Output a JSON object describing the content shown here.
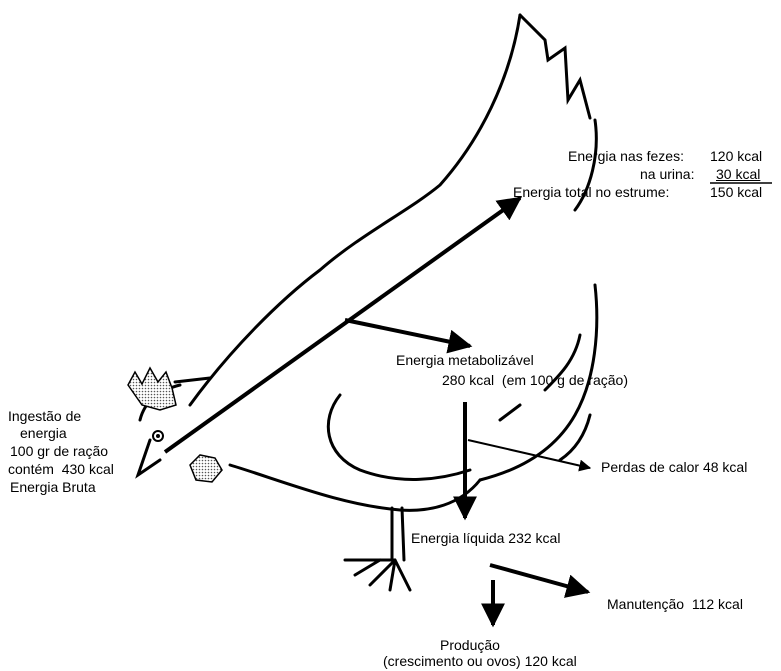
{
  "labels": {
    "ingestao": [
      "Ingestão de",
      "energia",
      "100 gr de ração",
      "contém  430 kcal",
      "Energia Bruta"
    ],
    "fezes_label": "Energia nas fezes:",
    "fezes_value": "120 kcal",
    "urina_label": "na urina:",
    "urina_value": "30 kcal",
    "estrume_label": "Energia total no estrume:",
    "estrume_value": "150 kcal",
    "metabolizavel_label": "Energia metabolizável",
    "metabolizavel_value": "280 kcal  (em 100 g de ração)",
    "perdas_calor": "Perdas de calor 48 kcal",
    "liquida": "Energia líquida 232 kcal",
    "manutencao": "Manutenção  112 kcal",
    "producao_label": "Produção",
    "producao_value": "(crescimento ou ovos) 120 kcal"
  }
}
